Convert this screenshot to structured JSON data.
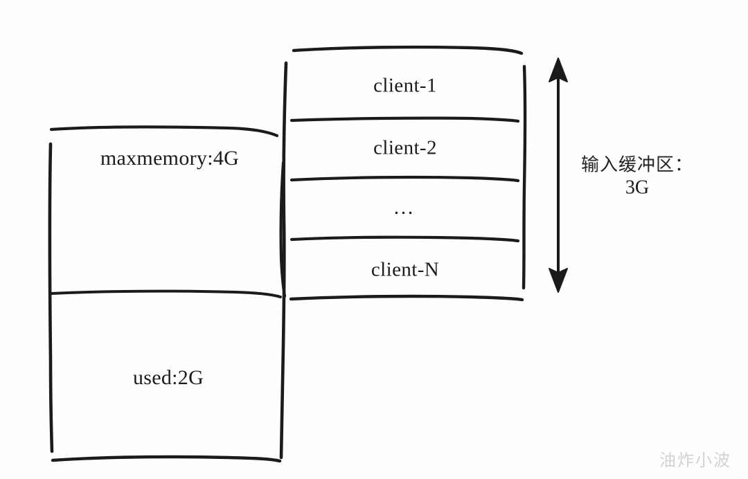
{
  "diagram": {
    "title": "Redis memory and client input buffer diagram",
    "background_color": "#fefefe",
    "stroke_color": "#1b1b1b",
    "memory_box": {
      "name": "memory-box",
      "segments": [
        {
          "label": "maxmemory:4G",
          "meaning": "configured-max-memory"
        },
        {
          "label": "used:2G",
          "meaning": "currently-used-memory"
        }
      ]
    },
    "client_box": {
      "name": "client-buffer-box",
      "rows": [
        {
          "label": "client-1"
        },
        {
          "label": "client-2"
        },
        {
          "label": "…"
        },
        {
          "label": "client-N"
        }
      ]
    },
    "annotation": {
      "name": "input-buffer-annotation",
      "text": "输入缓冲区：",
      "value": "3G",
      "arrow": "double-headed-vertical-arrow"
    },
    "watermark": {
      "text": "油炸小波",
      "color": "#d2d2d2"
    }
  }
}
